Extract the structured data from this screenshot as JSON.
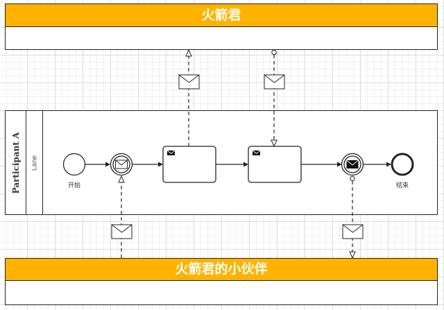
{
  "pools": {
    "top": {
      "title": "火箭君"
    },
    "main": {
      "participant": "Participant A",
      "lane": "Lane"
    },
    "bottom": {
      "title": "火箭君的小伙伴"
    }
  },
  "events": {
    "start": {
      "label": "开始"
    },
    "end": {
      "label": "结束"
    }
  },
  "colors": {
    "pool_header": "#ffb300",
    "stroke": "#222222",
    "grid": "#dcdcdc"
  },
  "icons": {
    "message": "envelope-icon",
    "task_type": "send-envelope-icon"
  }
}
